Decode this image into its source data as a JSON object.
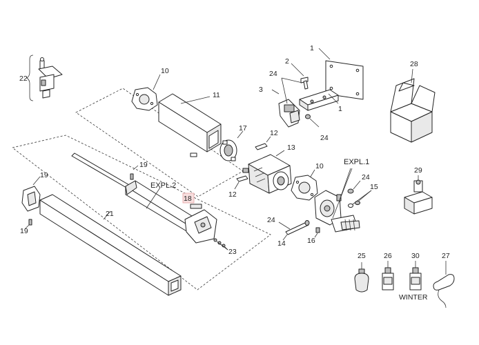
{
  "diagram": {
    "part_labels": {
      "p1a": "1",
      "p1b": "1",
      "p2": "2",
      "p3": "3",
      "p10a": "10",
      "p10b": "10",
      "p11": "11",
      "p12a": "12",
      "p12b": "12",
      "p13": "13",
      "p14": "14",
      "p15": "15",
      "p16": "16",
      "p17": "17",
      "p18": "18",
      "p19a": "19",
      "p19b": "19",
      "p19c": "19",
      "p21": "21",
      "p22": "22",
      "p23": "23",
      "p24a": "24",
      "p24b": "24",
      "p24c": "24",
      "p24d": "24",
      "p25": "25",
      "p26": "26",
      "p27": "27",
      "p28": "28",
      "p29": "29",
      "p30": "30"
    },
    "callouts": {
      "expl1": "EXPL.1",
      "expl2": "EXPL.2",
      "winter": "WINTER"
    },
    "highlighted_part": "18",
    "colors": {
      "highlight_fill": "#f7dede",
      "highlight_stroke": "#e7a2a2",
      "ink": "#222222"
    }
  }
}
